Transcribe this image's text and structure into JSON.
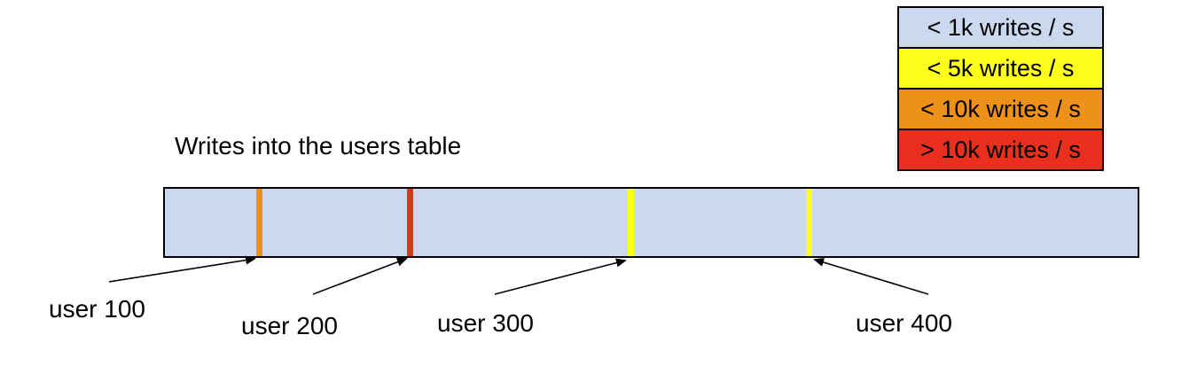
{
  "title": "Writes into the users table",
  "legend": {
    "items": [
      {
        "label": "< 1k writes / s",
        "color": "#CBD9F0"
      },
      {
        "label": "< 5k writes / s",
        "color": "#FFFF1E"
      },
      {
        "label": "< 10k writes / s",
        "color": "#EE911A"
      },
      {
        "label": "> 10k writes / s",
        "color": "#E92F1E"
      }
    ]
  },
  "bar": {
    "fill": "#CBD9F0",
    "border_color": "#000000",
    "stripes": [
      {
        "user": "user 100",
        "color": "#EE911A"
      },
      {
        "user": "user 200",
        "color": "#E92F1E"
      },
      {
        "user": "user 300",
        "color": "#FFFF1E"
      },
      {
        "user": "user 400",
        "color": "#FFFF1E"
      }
    ]
  },
  "labels": [
    {
      "text": "user 100"
    },
    {
      "text": "user 200"
    },
    {
      "text": "user 300"
    },
    {
      "text": "user 400"
    }
  ]
}
